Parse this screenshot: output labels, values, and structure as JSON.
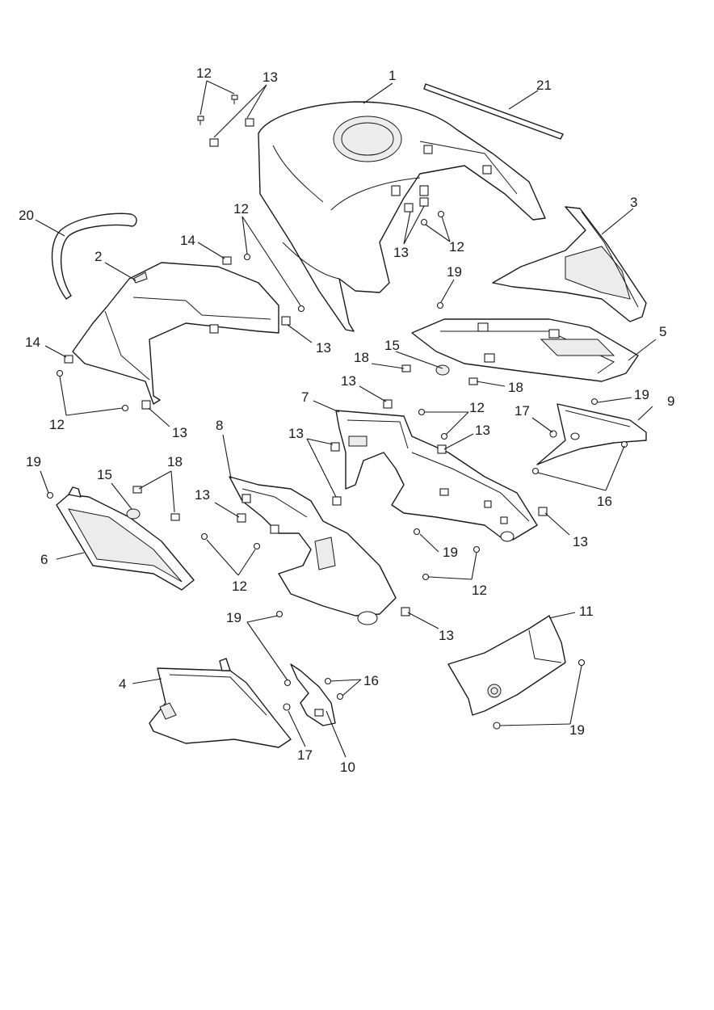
{
  "diagram": {
    "callouts": [
      {
        "id": "c1",
        "label": "1"
      },
      {
        "id": "c2",
        "label": "2"
      },
      {
        "id": "c3",
        "label": "3"
      },
      {
        "id": "c4",
        "label": "4"
      },
      {
        "id": "c5",
        "label": "5"
      },
      {
        "id": "c6",
        "label": "6"
      },
      {
        "id": "c7",
        "label": "7"
      },
      {
        "id": "c8",
        "label": "8"
      },
      {
        "id": "c9",
        "label": "9"
      },
      {
        "id": "c10",
        "label": "10"
      },
      {
        "id": "c11",
        "label": "11"
      },
      {
        "id": "c12a",
        "label": "12"
      },
      {
        "id": "c12b",
        "label": "12"
      },
      {
        "id": "c12c",
        "label": "12"
      },
      {
        "id": "c12d",
        "label": "12"
      },
      {
        "id": "c12e",
        "label": "12"
      },
      {
        "id": "c12f",
        "label": "12"
      },
      {
        "id": "c12g",
        "label": "12"
      },
      {
        "id": "c13a",
        "label": "13"
      },
      {
        "id": "c13b",
        "label": "13"
      },
      {
        "id": "c13c",
        "label": "13"
      },
      {
        "id": "c13d",
        "label": "13"
      },
      {
        "id": "c13e",
        "label": "13"
      },
      {
        "id": "c13f",
        "label": "13"
      },
      {
        "id": "c13g",
        "label": "13"
      },
      {
        "id": "c13h",
        "label": "13"
      },
      {
        "id": "c13i",
        "label": "13"
      },
      {
        "id": "c13j",
        "label": "13"
      },
      {
        "id": "c14a",
        "label": "14"
      },
      {
        "id": "c14b",
        "label": "14"
      },
      {
        "id": "c15a",
        "label": "15"
      },
      {
        "id": "c15b",
        "label": "15"
      },
      {
        "id": "c16a",
        "label": "16"
      },
      {
        "id": "c16b",
        "label": "16"
      },
      {
        "id": "c17a",
        "label": "17"
      },
      {
        "id": "c17b",
        "label": "17"
      },
      {
        "id": "c18a",
        "label": "18"
      },
      {
        "id": "c18b",
        "label": "18"
      },
      {
        "id": "c18c",
        "label": "18"
      },
      {
        "id": "c19a",
        "label": "19"
      },
      {
        "id": "c19b",
        "label": "19"
      },
      {
        "id": "c19c",
        "label": "19"
      },
      {
        "id": "c19d",
        "label": "19"
      },
      {
        "id": "c19e",
        "label": "19"
      },
      {
        "id": "c19f",
        "label": "19"
      },
      {
        "id": "c20",
        "label": "20"
      },
      {
        "id": "c21",
        "label": "21"
      }
    ]
  }
}
